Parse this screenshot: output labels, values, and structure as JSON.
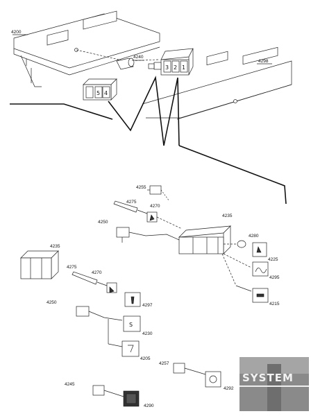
{
  "labels": {
    "p4200": "4200",
    "p4240": "4240",
    "p4298": "4298",
    "p4255": "4255",
    "p4275a": "4275",
    "p4270a": "4270",
    "p4235a": "4235",
    "p4250a": "4250",
    "p4280": "4280",
    "p4225": "4225",
    "p4295": "4295",
    "p4215": "4215",
    "p4235b": "4235",
    "p4275b": "4275",
    "p4270b": "4270",
    "p4297": "4297",
    "p4250b": "4250",
    "p4230": "4230",
    "p4205": "4205",
    "p4257": "4257",
    "p4292": "4292",
    "p4245": "4245",
    "p4290": "4290"
  },
  "switch_digits_top": [
    "3",
    "2",
    "1"
  ],
  "switch_digits_left": [
    "5",
    "4"
  ],
  "watermark": "SYSTEM"
}
